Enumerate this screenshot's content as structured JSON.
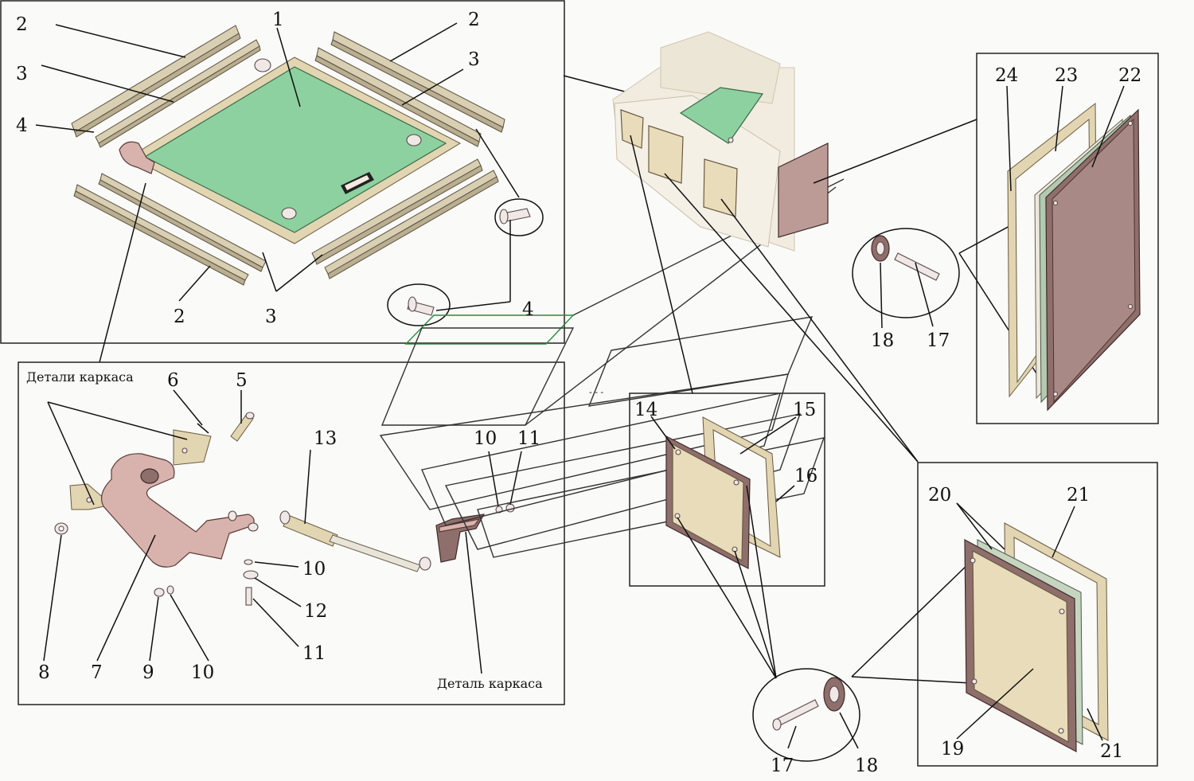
{
  "labels": {
    "n1": "1",
    "n2a": "2",
    "n2b": "2",
    "n2c": "2",
    "n3a": "3",
    "n3b": "3",
    "n3c": "3",
    "n4a": "4",
    "n4b": "4",
    "n5": "5",
    "n6": "6",
    "n7": "7",
    "n8": "8",
    "n9": "9",
    "n10a": "10",
    "n10b": "10",
    "n10c": "10",
    "n11a": "11",
    "n11b": "11",
    "n12": "12",
    "n13": "13",
    "n14": "14",
    "n15": "15",
    "n16": "16",
    "n17a": "17",
    "n17b": "17",
    "n18a": "18",
    "n18b": "18",
    "n19": "19",
    "n20": "20",
    "n21a": "21",
    "n21b": "21",
    "n22": "22",
    "n23": "23",
    "n24": "24"
  },
  "captions": {
    "frame_parts": "Детали каркаса",
    "frame_part": "Деталь каркаса",
    "dots": "- - -"
  },
  "colors": {
    "hatch_panel": "#8dd1a0",
    "rail": "#d9cfb2",
    "bracket": "#d8b3ae",
    "panel_cream": "#e9dcba",
    "panel_dark": "#8e6f6c"
  }
}
